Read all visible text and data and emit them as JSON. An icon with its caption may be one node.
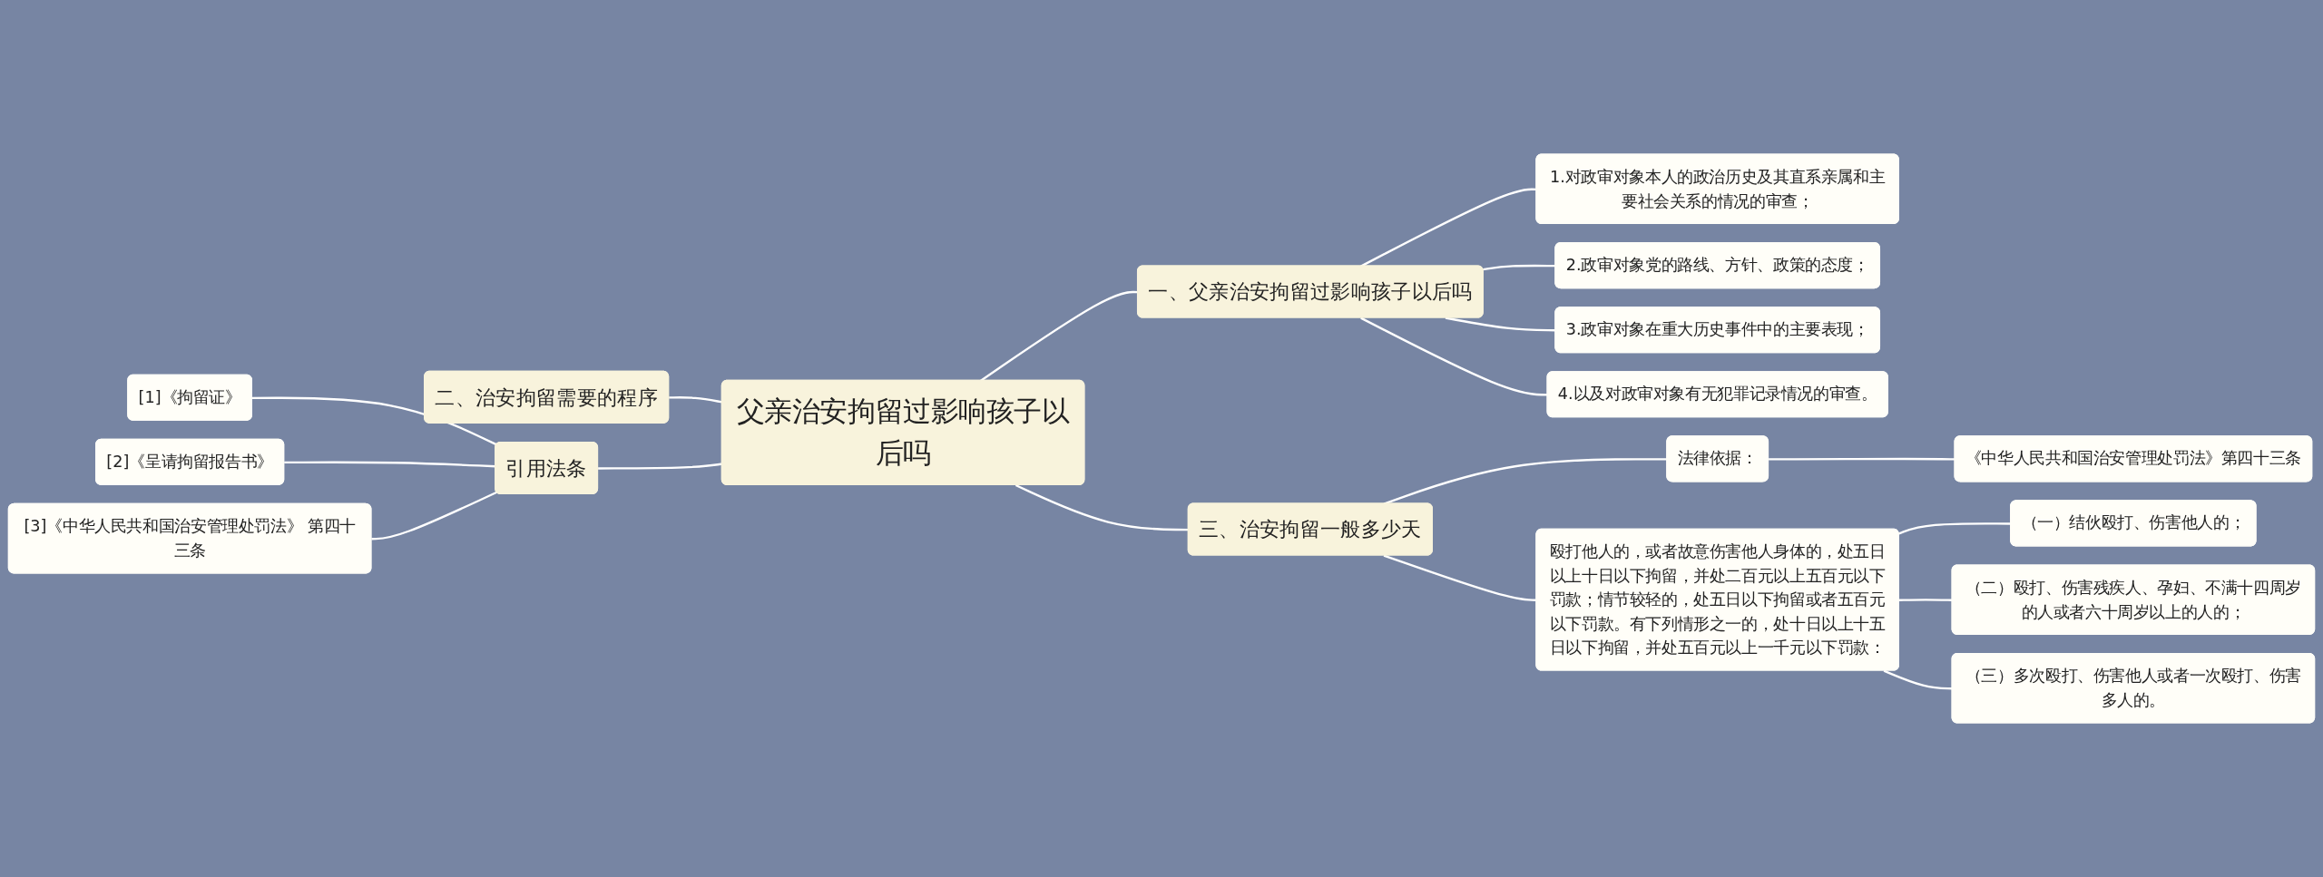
{
  "diagram": {
    "nodes": [
      {
        "text": [
          "父亲治安拘留过影响孩子以后吗"
        ]
      },
      {
        "text": [
          "一、父亲治安拘留过影响孩子以后吗"
        ]
      },
      {
        "text": [
          "1.对政审对象本人的政治历史及其直系亲属和主要社会关系的情况的审查；"
        ]
      },
      {
        "text": [
          "2.政审对象党的路线、方针、政策的态度；"
        ]
      },
      {
        "text": [
          "3.政审对象在重大历史事件中的主要表现；"
        ]
      },
      {
        "text": [
          "4.以及对政审对象有无犯罪记录情况的审查。"
        ]
      },
      {
        "text": [
          "三、治安拘留一般多少天"
        ]
      },
      {
        "text": [
          "法律依据："
        ]
      },
      {
        "text": [
          "《中华人民共和国治安管理处罚法》第四十三条"
        ]
      },
      {
        "text": [
          "殴打他人的，或者故意伤害他人身体的，处五日以上十日以下拘留，并处二百元以上五百元以下罚款；情节较轻的，处五日以下拘留或者五百元以下罚款。有下列情形之一的，处十日以上十五日以下拘留，并处五百元以上一千元以下罚款："
        ]
      },
      {
        "text": [
          "（一）结伙殴打、伤害他人的；"
        ]
      },
      {
        "text": [
          "（二）殴打、伤害残疾人、孕妇、不满十四周岁的人或者六十周岁以上的人的；"
        ]
      },
      {
        "text": [
          "（三）多次殴打、伤害他人或者一次殴打、伤害多人的。"
        ]
      },
      {
        "text": [
          "二、治安拘留需要的程序"
        ]
      },
      {
        "text": [
          "引用法条"
        ]
      },
      {
        "text": [
          "[1]《拘留证》"
        ]
      },
      {
        "text": [
          "[2]《呈请拘留报告书》"
        ]
      },
      {
        "text": [
          "[3]《中华人民共和国治安管理处罚法》 第四十三条"
        ]
      }
    ],
    "edges": [
      {
        "from": 0,
        "to": 1,
        "arrow": "none"
      },
      {
        "from": 1,
        "to": 2,
        "arrow": "none"
      },
      {
        "from": 1,
        "to": 3,
        "arrow": "none"
      },
      {
        "from": 1,
        "to": 4,
        "arrow": "none"
      },
      {
        "from": 1,
        "to": 5,
        "arrow": "none"
      },
      {
        "from": 0,
        "to": 6,
        "arrow": "none"
      },
      {
        "from": 6,
        "to": 7,
        "arrow": "none"
      },
      {
        "from": 7,
        "to": 8,
        "arrow": "none"
      },
      {
        "from": 6,
        "to": 9,
        "arrow": "none"
      },
      {
        "from": 9,
        "to": 10,
        "arrow": "none"
      },
      {
        "from": 9,
        "to": 11,
        "arrow": "none"
      },
      {
        "from": 9,
        "to": 12,
        "arrow": "none"
      },
      {
        "from": 0,
        "to": 13,
        "arrow": "none"
      },
      {
        "from": 0,
        "to": 14,
        "arrow": "none"
      },
      {
        "from": 14,
        "to": 15,
        "arrow": "none"
      },
      {
        "from": 14,
        "to": 16,
        "arrow": "none"
      },
      {
        "from": 14,
        "to": 17,
        "arrow": "none"
      }
    ]
  }
}
